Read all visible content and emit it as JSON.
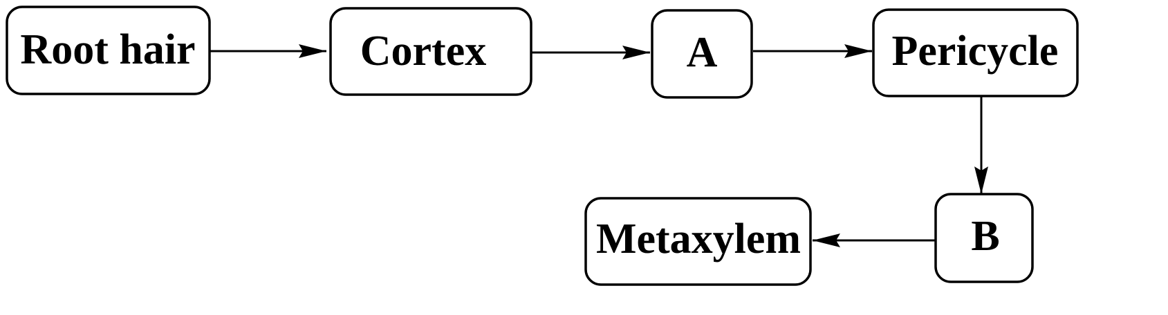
{
  "diagram": {
    "nodes": {
      "root_hair": "Root hair",
      "cortex": "Cortex",
      "a": "A",
      "pericycle": "Pericycle",
      "b": "B",
      "metaxylem": "Metaxylem"
    },
    "edges": [
      {
        "from": "Root hair",
        "to": "Cortex"
      },
      {
        "from": "Cortex",
        "to": "A"
      },
      {
        "from": "A",
        "to": "Pericycle"
      },
      {
        "from": "Pericycle",
        "to": "B"
      },
      {
        "from": "B",
        "to": "Metaxylem"
      }
    ]
  }
}
